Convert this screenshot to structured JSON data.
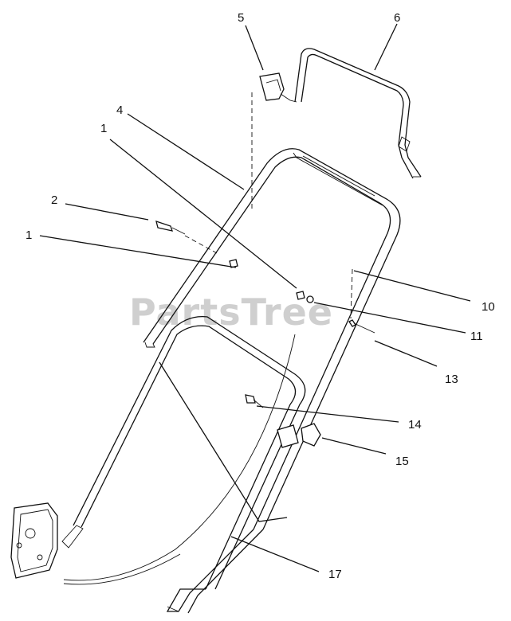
{
  "watermark": {
    "text": "PartsTree"
  },
  "callouts": [
    {
      "id": "c5",
      "text": "5"
    },
    {
      "id": "c6",
      "text": "6"
    },
    {
      "id": "c4",
      "text": "4"
    },
    {
      "id": "c1a",
      "text": "1"
    },
    {
      "id": "c2",
      "text": "2"
    },
    {
      "id": "c1b",
      "text": "1"
    },
    {
      "id": "c10",
      "text": "10"
    },
    {
      "id": "c11",
      "text": "11"
    },
    {
      "id": "c13",
      "text": "13"
    },
    {
      "id": "c14",
      "text": "14"
    },
    {
      "id": "c15",
      "text": "15"
    },
    {
      "id": "c17",
      "text": "17"
    }
  ]
}
